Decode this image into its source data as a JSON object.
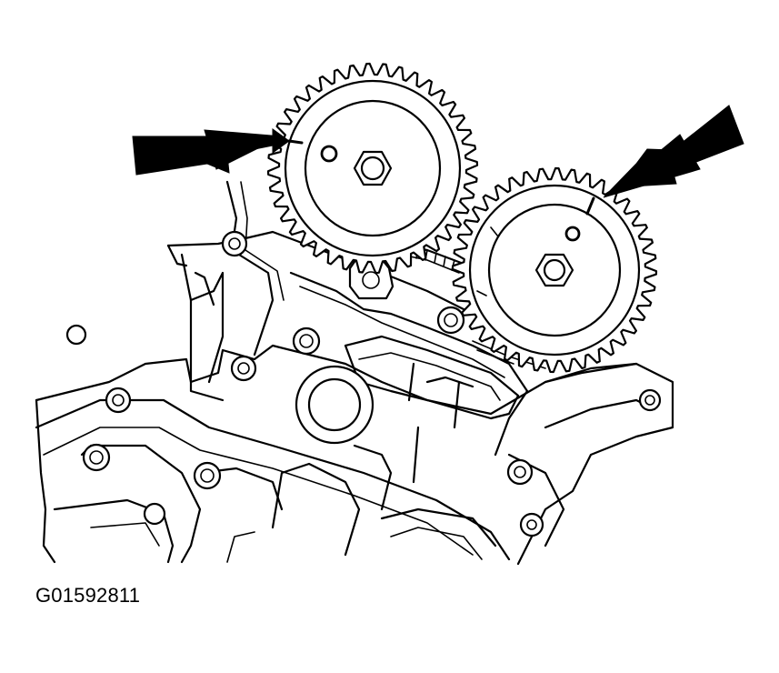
{
  "figure": {
    "code": "G01592811",
    "parts": [
      {
        "name": "left-camshaft-sprocket",
        "icon": "sprocket-gear-icon"
      },
      {
        "name": "right-camshaft-sprocket",
        "icon": "sprocket-gear-icon"
      },
      {
        "name": "left-timing-mark-arrow",
        "icon": "arrow-icon"
      },
      {
        "name": "right-timing-mark-arrow",
        "icon": "arrow-icon"
      }
    ],
    "colors": {
      "line": "#000000",
      "background": "#ffffff"
    }
  }
}
